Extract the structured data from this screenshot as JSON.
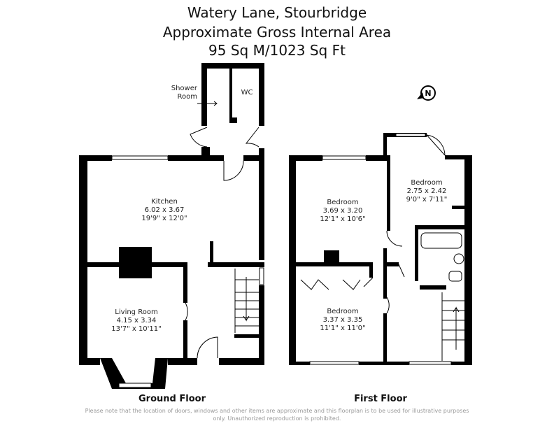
{
  "header": {
    "address": "Watery Lane, Stourbridge",
    "area_title": "Approximate Gross Internal Area",
    "area_value": "95 Sq M/1023 Sq Ft"
  },
  "ground_floor": {
    "label": "Ground Floor",
    "rooms": [
      {
        "name": "Shower Room",
        "line1": "Shower",
        "line2": "Room"
      },
      {
        "name": "WC"
      },
      {
        "name": "Kitchen",
        "metric": "6.02 x 3.67",
        "imperial": "19'9\" x 12'0\""
      },
      {
        "name": "Living Room",
        "metric": "4.15 x 3.34",
        "imperial": "13'7\" x 10'11\""
      }
    ]
  },
  "first_floor": {
    "label": "First Floor",
    "rooms": [
      {
        "name": "Bedroom",
        "metric": "3.69 x 3.20",
        "imperial": "12'1\" x 10'6\""
      },
      {
        "name": "Bedroom",
        "metric": "2.75 x 2.42",
        "imperial": "9'0\" x 7'11\""
      },
      {
        "name": "Bedroom",
        "metric": "3.37 x 3.35",
        "imperial": "11'1\" x 11'0\""
      }
    ]
  },
  "compass": {
    "letter": "N"
  },
  "disclaimer": "Please note that the location of doors, windows and other items are approximate and this floorplan is to be used for illustrative purposes only. Unauthorized reproduction is prohibited."
}
